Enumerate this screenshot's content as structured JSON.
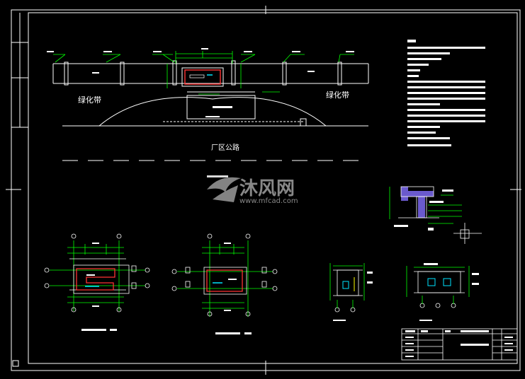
{
  "labels": {
    "greenbelt_left": "绿化带",
    "greenbelt_right": "绿化带",
    "road": "厂区公路"
  },
  "watermark": {
    "brand": "沐风网",
    "url": "www.mfcad.com"
  },
  "colors": {
    "background": "#000000",
    "line": "#ffffff",
    "dimension": "#00ff00",
    "wall": "#ff3333",
    "window": "#00e5ff",
    "hatch": "#6a5acd",
    "accent": "#ffff00"
  }
}
